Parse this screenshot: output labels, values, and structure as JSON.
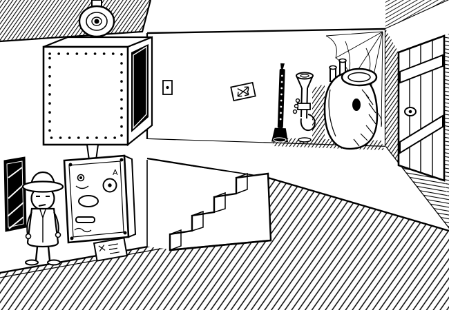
{
  "palette": {
    "ink": "#000000",
    "paper": "#ffffff"
  },
  "machine": {
    "label": "A"
  },
  "objects": [
    "ceiling-bell",
    "hanging-vault",
    "vault-opening",
    "machine-panel",
    "machine-dial",
    "left-dark-panel",
    "detective-character",
    "note-paper",
    "stairs",
    "upper-platform",
    "lower-floor",
    "wall-sign-arrows",
    "light-switch",
    "clarinet",
    "trumpet",
    "tuba",
    "cobwebs",
    "wooden-door",
    "door-handle"
  ]
}
